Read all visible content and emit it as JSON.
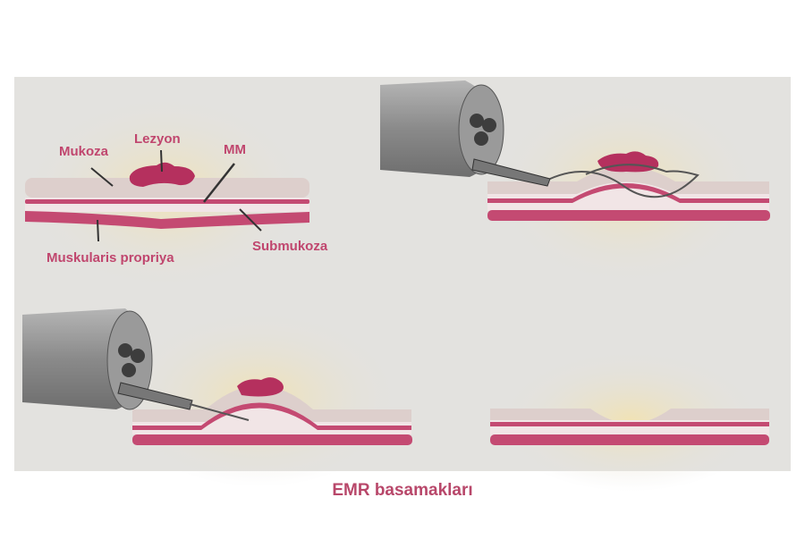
{
  "labels": {
    "lesion": "Lezyon",
    "mucosa": "Mukoza",
    "mm": "MM",
    "submucosa": "Submukoza",
    "muscularis": "Muskularis propriya"
  },
  "caption": "EMR basamakları",
  "colors": {
    "panel": "#e3e2df",
    "mucosa": "#ddcfcc",
    "muscle": "#c44a72",
    "submucosa": "#f1e5e6",
    "lesion": "#b5305e",
    "text": "#c0466e",
    "scope": "#8e8e8e"
  }
}
